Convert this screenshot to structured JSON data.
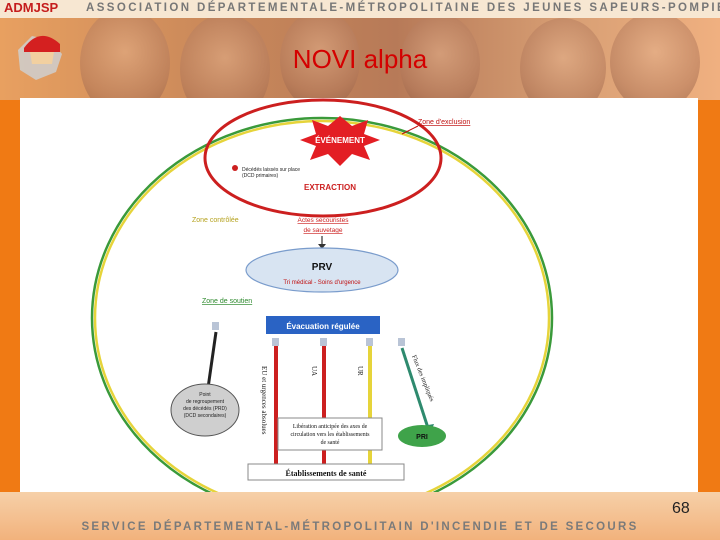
{
  "header": {
    "logo_text": "ADMJSP",
    "organization": "ASSOCIATION DÉPARTEMENTALE-MÉTROPOLITAINE DES JEUNES SAPEURS-POMPIERS"
  },
  "slide": {
    "title": "NOVI alpha",
    "page_number": "68"
  },
  "footer": {
    "organization": "SERVICE DÉPARTEMENTAL-MÉTROPOLITAIN D'INCENDIE ET DE SECOURS"
  },
  "diagram": {
    "zone_exclusion": "Zone d'exclusion",
    "evenement": "ÉVÉNEMENT",
    "deces_line1": "Décédés laissés sur place",
    "deces_line2": "(DCD primaires)",
    "extraction": "EXTRACTION",
    "zone_controlee": "Zone contrôlée",
    "actes_line1": "Actes secouristes",
    "actes_line2": "de sauvetage",
    "prv": "PRV",
    "prv_sub": "Tri médical - Soins d'urgence",
    "zone_soutien": "Zone de soutien",
    "evacuation": "Évacuation régulée",
    "eu": "EU et urgences absolues",
    "ua": "UA",
    "ur": "UR",
    "impliques": "Flux des impliqués",
    "point_line1": "Point",
    "point_line2": "de regroupement",
    "point_line3": "des décédés (PRD)",
    "point_line4": "(DCD secondaires)",
    "liberation_line1": "Libération anticipée des axes de",
    "liberation_line2": "circulation vers les établissements",
    "liberation_line3": "de santé",
    "pri": "PRI",
    "etablissements": "Établissements de santé"
  },
  "colors": {
    "background": "#f07a14",
    "title": "#d40000",
    "exclusion_ring": "#cc1f1f",
    "controlled_ring": "#e6d43a",
    "support_ring": "#3a9a3a",
    "evacuation_box": "#2a63c4",
    "pri": "#3fa34a"
  }
}
